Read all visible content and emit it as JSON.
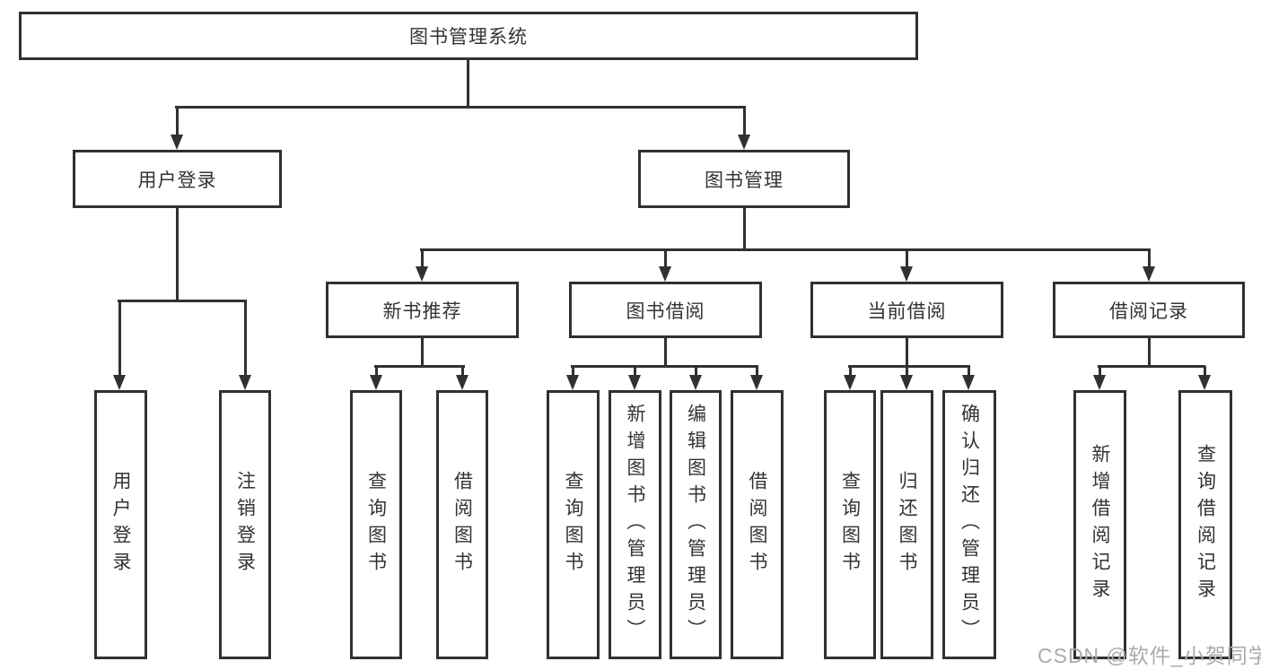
{
  "nodes": {
    "root": "图书管理系统",
    "user_login": "用户登录",
    "book_mgmt": "图书管理",
    "new_books": "新书推荐",
    "borrowing": "图书借阅",
    "current": "当前借阅",
    "records": "借阅记录",
    "login": "用户登录",
    "logout": "注销登录",
    "nb_query": "查询图书",
    "nb_borrow": "借阅图书",
    "bb_query": "查询图书",
    "bb_add": "新增图书（管理员）",
    "bb_edit": "编辑图书（管理员）",
    "bb_borrow": "借阅图书",
    "cb_query": "查询图书",
    "cb_return": "归还图书",
    "cb_confirm": "确认归还（管理员）",
    "br_add": "新增借阅记录",
    "br_query": "查询借阅记录"
  },
  "watermark": "CSDN @软件_小贺同学",
  "colors": {
    "line": "#313131",
    "box_fill": "#ffffff",
    "text": "#333333",
    "watermark": "#ababab"
  }
}
